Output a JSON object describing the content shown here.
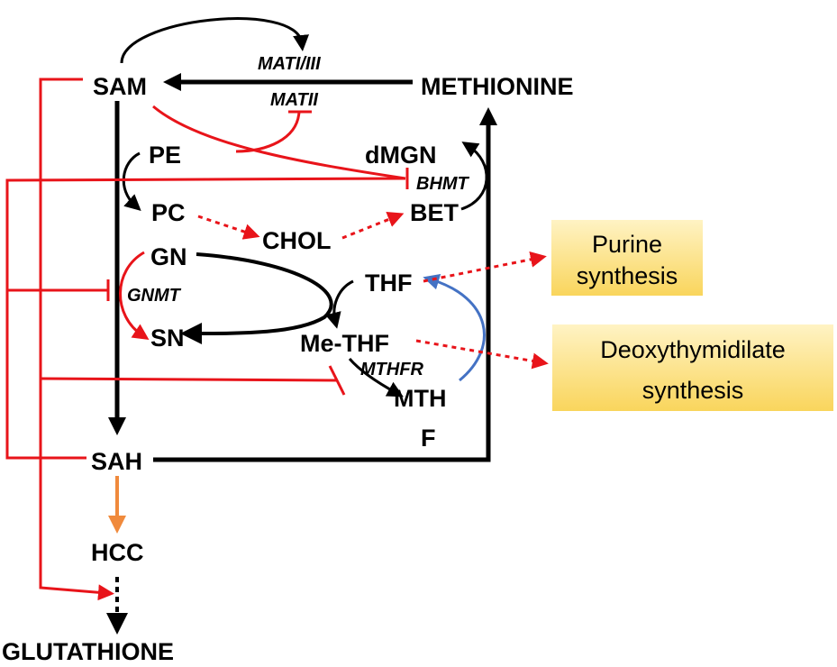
{
  "nodes": {
    "sam": "SAM",
    "methionine": "METHIONINE",
    "pe": "PE",
    "pc": "PC",
    "chol": "CHOL",
    "bet": "BET",
    "dmgn": "dMGN",
    "gn": "GN",
    "sn": "SN",
    "thf": "THF",
    "me_thf": "Me-THF",
    "mth": "MTH",
    "f": "F",
    "sah": "SAH",
    "hcc": "HCC",
    "glutathione": "GLUTATHIONE"
  },
  "enzymes": {
    "mat1_3": "MATI/III",
    "mat2": "MATII",
    "bhmt": "BHMT",
    "gnmt": "GNMT",
    "mthfr": "MTHFR"
  },
  "boxes": {
    "purine_line1": "Purine",
    "purine_line2": "synthesis",
    "deoxy_line1": "Deoxythymidilate",
    "deoxy_line2": "synthesis"
  },
  "colors": {
    "black": "#000000",
    "red": "#e8141a",
    "blue": "#4472c4",
    "orange": "#f08a3c",
    "box_gradient_top": "#fff3c4",
    "box_gradient_bottom": "#f9d55c"
  }
}
